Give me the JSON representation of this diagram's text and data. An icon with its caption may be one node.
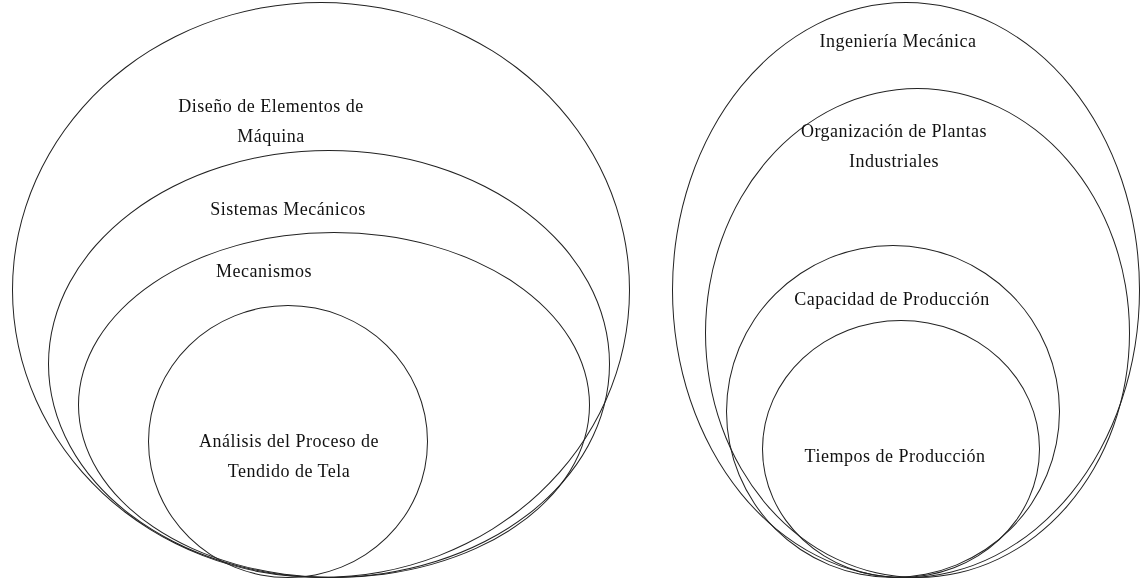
{
  "diagram": {
    "nodes": [
      {
        "text": [
          "Diseño de Elementos de Máquina"
        ]
      },
      {
        "text": [
          "Sistemas Mecánicos"
        ],
        "in": 0
      },
      {
        "text": [
          "Mecanismos"
        ],
        "in": 1
      },
      {
        "text": [
          "Análisis del Proceso de Tendido de Tela"
        ],
        "in": 2
      },
      {
        "text": [
          "Ingeniería Mecánica"
        ]
      },
      {
        "text": [
          "Organización de Plantas Industriales"
        ],
        "in": 4
      },
      {
        "text": [
          "Capacidad de Producción"
        ],
        "in": 5
      },
      {
        "text": [
          "Tiempos de Producción"
        ],
        "in": 6
      }
    ],
    "edges": []
  }
}
